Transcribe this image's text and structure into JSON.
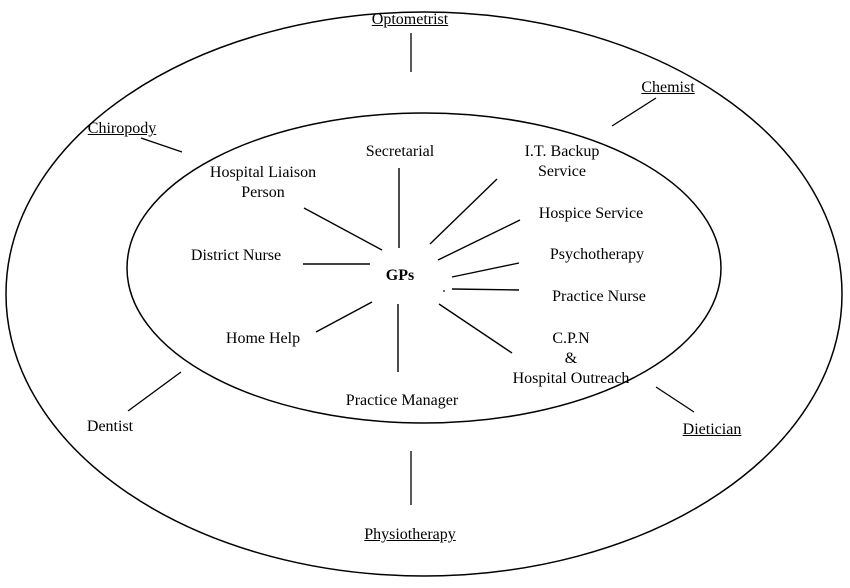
{
  "center": "GPs",
  "inner_services": {
    "secretarial": "Secretarial",
    "it_backup_line1": "I.T. Backup",
    "it_backup_line2": "Service",
    "hospital_liaison_line1": "Hospital Liaison",
    "hospital_liaison_line2": "Person",
    "hospice_service": "Hospice Service",
    "district_nurse": "District Nurse",
    "psychotherapy": "Psychotherapy",
    "practice_nurse": "Practice Nurse",
    "home_help": "Home Help",
    "cpn_line1": "C.P.N",
    "cpn_line2": "&",
    "cpn_line3": "Hospital Outreach",
    "practice_manager": "Practice Manager"
  },
  "outer_services": {
    "optometrist": "Optometrist",
    "chemist": "Chemist",
    "chiropody": "Chiropody",
    "dentist": "Dentist",
    "dietician": "Dietician",
    "physiotherapy": "Physiotherapy"
  }
}
